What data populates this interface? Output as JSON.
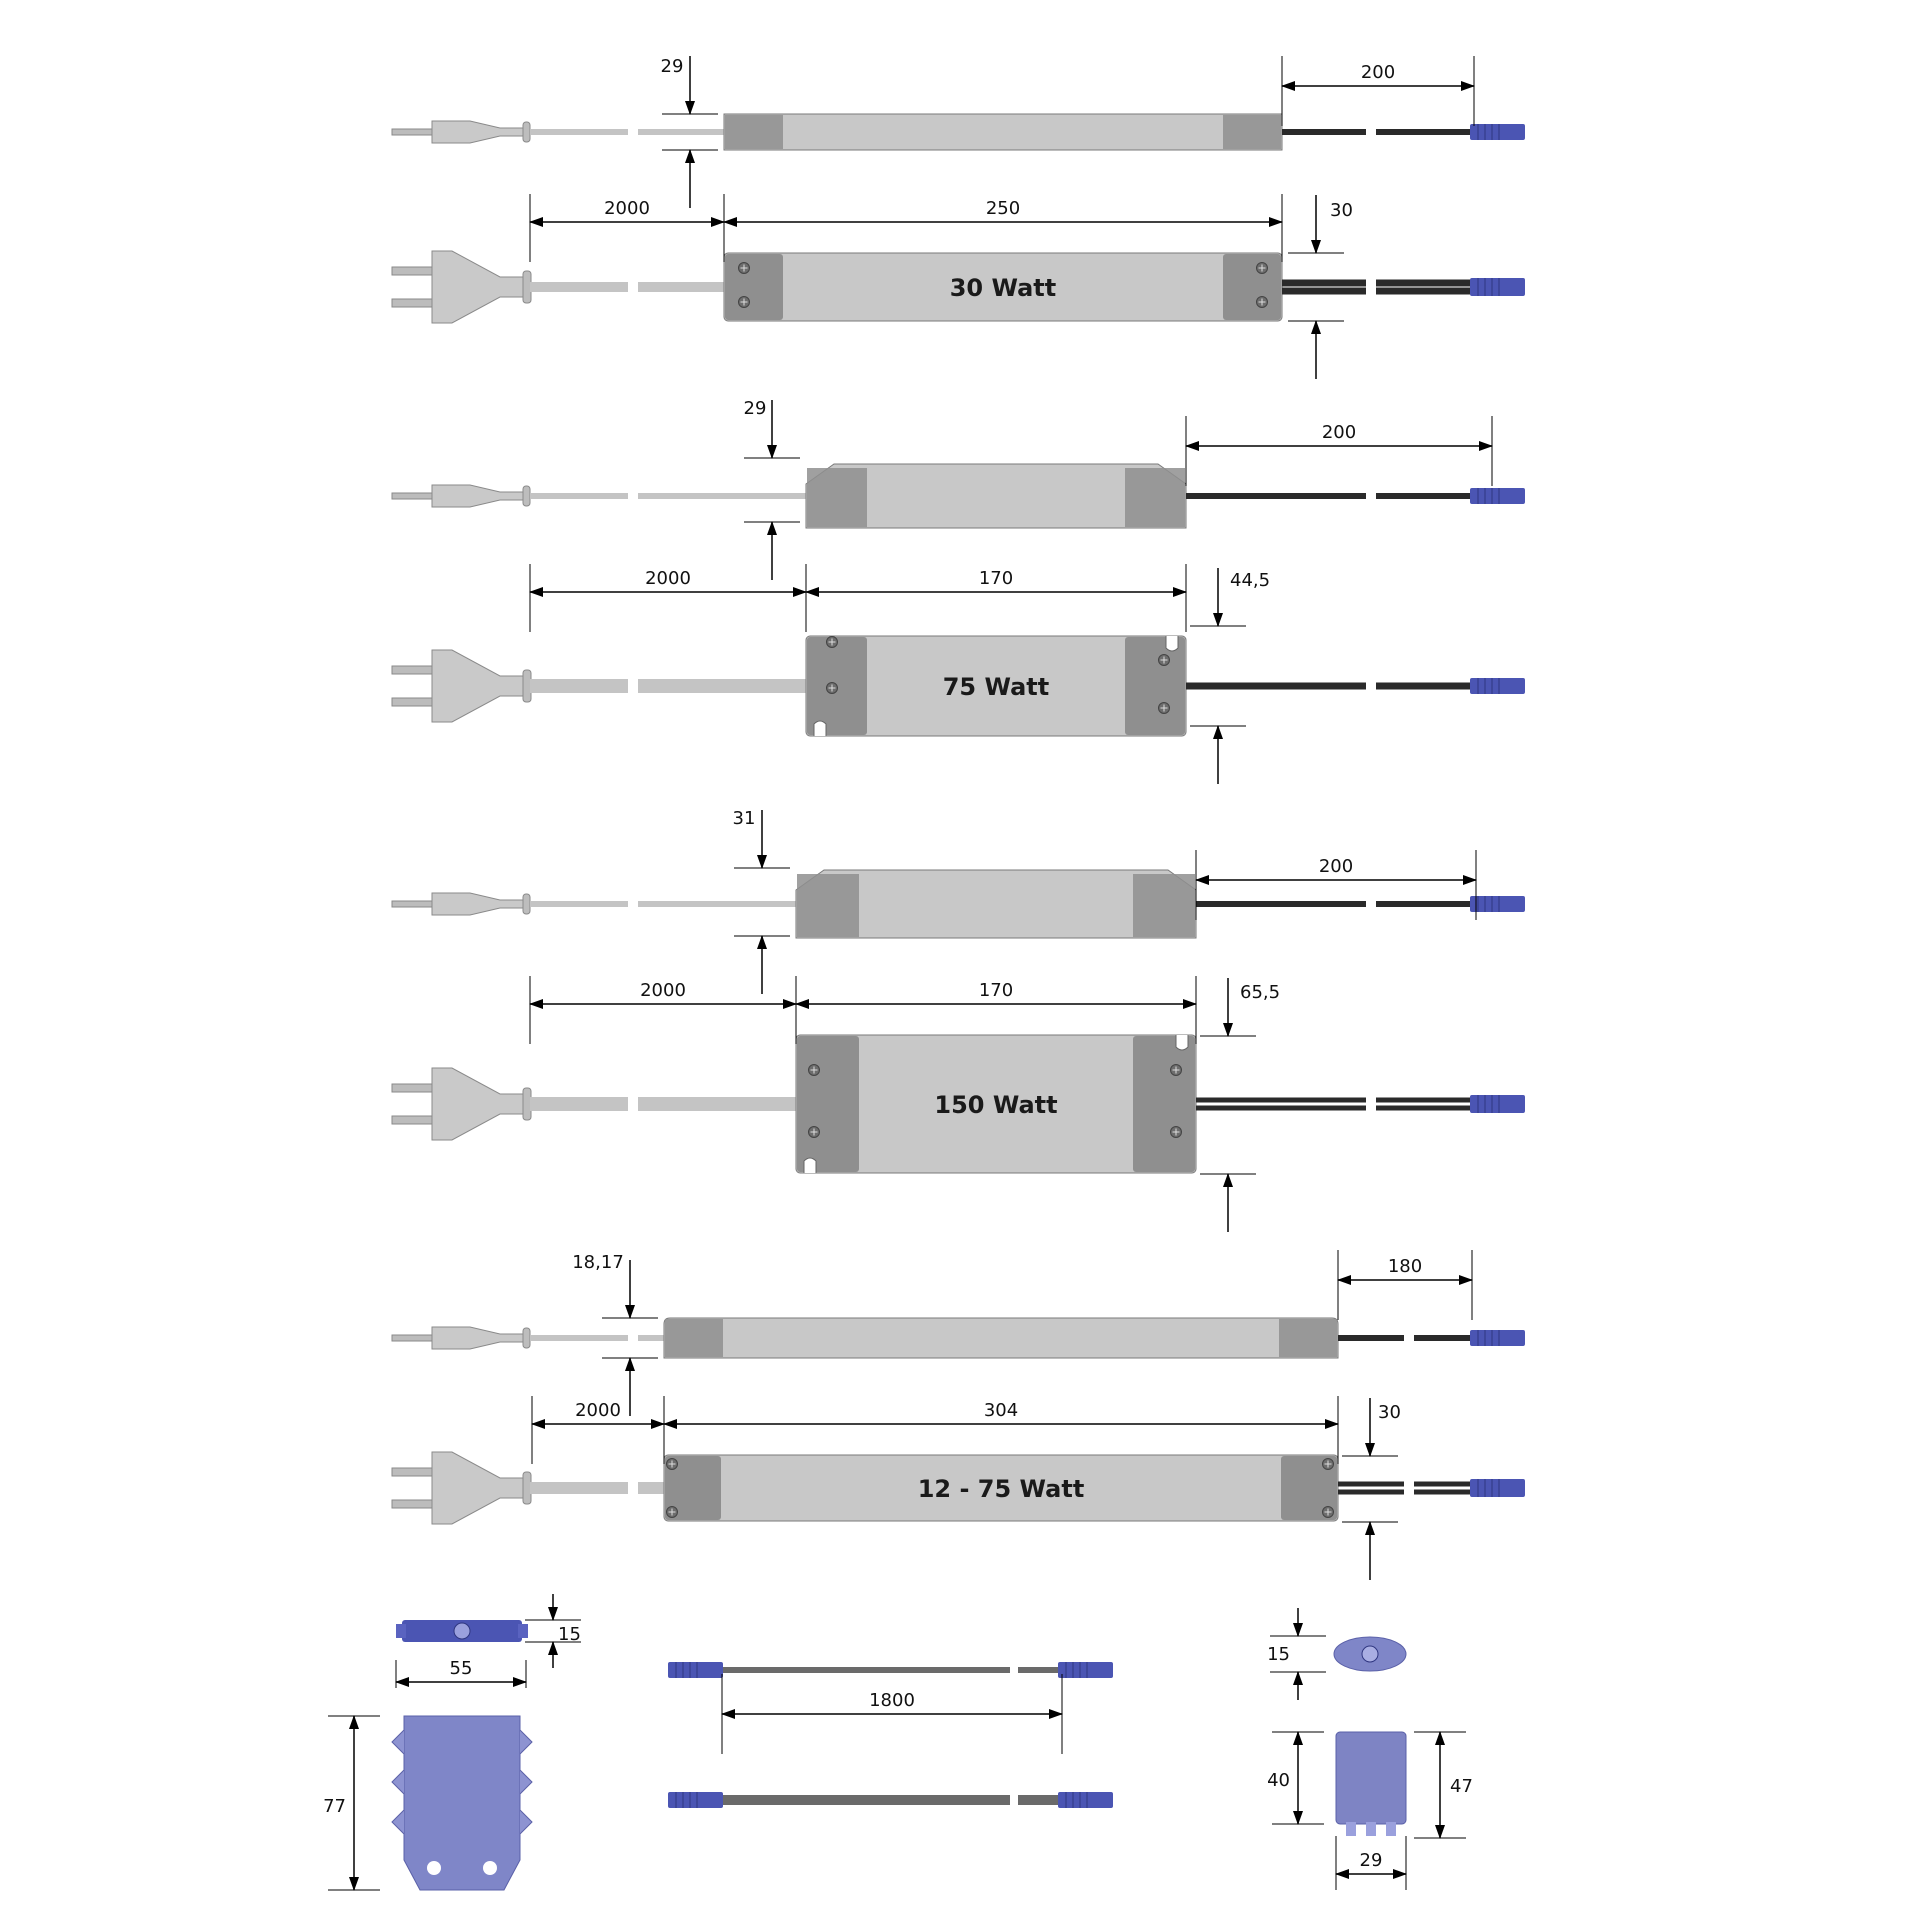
{
  "colors": {
    "housing_light": "#c8c8c8",
    "housing_dark": "#8f8f8f",
    "cable_light": "#c4c4c4",
    "cable_dark": "#2a2a2a",
    "connector_blue": "#4b55b3",
    "accessory_blue": "#7f86c8",
    "dimension_line": "#000000"
  },
  "icons": {
    "plug": "euro-plug-icon",
    "connector": "led-plug-connector-icon",
    "dimension": "dimension-arrow-icon"
  },
  "drivers": [
    {
      "label": "30 Watt",
      "dims": {
        "height": "29",
        "cable_out": "200",
        "cable_in": "2000",
        "length": "250",
        "width": "30"
      }
    },
    {
      "label": "75 Watt",
      "dims": {
        "height": "29",
        "cable_out": "200",
        "cable_in": "2000",
        "length": "170",
        "width": "44,5"
      }
    },
    {
      "label": "150 Watt",
      "dims": {
        "height": "31",
        "cable_out": "200",
        "cable_in": "2000",
        "length": "170",
        "width": "65,5"
      }
    },
    {
      "label": "12 - 75 Watt",
      "dims": {
        "height": "18,17",
        "cable_out": "180",
        "cable_in": "2000",
        "length": "304",
        "width": "30"
      }
    }
  ],
  "accessories": {
    "distributor": {
      "height": "15",
      "width": "55",
      "length": "77"
    },
    "extension_cable": {
      "length": "1800"
    },
    "switch": {
      "top_height": "15",
      "body_height": "40",
      "total_height": "47",
      "width": "29"
    }
  }
}
